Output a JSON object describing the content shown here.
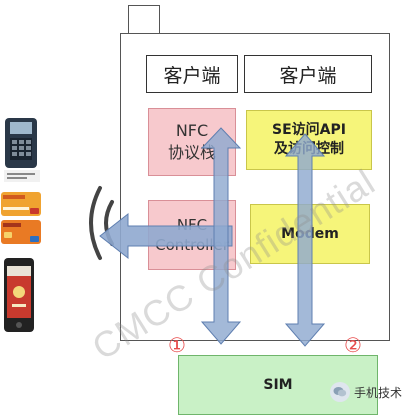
{
  "clients": [
    "客户端",
    "客户端"
  ],
  "nfc_stack": {
    "line1": "NFC",
    "line2": "协议栈"
  },
  "se_api": {
    "line1": "SE访问API",
    "line2": "及访问控制"
  },
  "nfc_controller": {
    "line1": "NFC",
    "line2": "Controller"
  },
  "modem": "Modem",
  "sim": "SIM",
  "interface_numbers": [
    "①",
    "②"
  ],
  "watermark": "CMCC Confidential",
  "badge_label": "手机技术",
  "colors": {
    "pink": "#f7c9cd",
    "yellow": "#f6f57a",
    "green": "#c9f1c6",
    "arrow_blue": "#8fa9cf",
    "number_red": "#e84b4b"
  },
  "icons": [
    "pos-terminal-icon",
    "bank-card-icon",
    "phone-device-icon",
    "wireless-wave-icon",
    "wechat-badge-icon"
  ]
}
